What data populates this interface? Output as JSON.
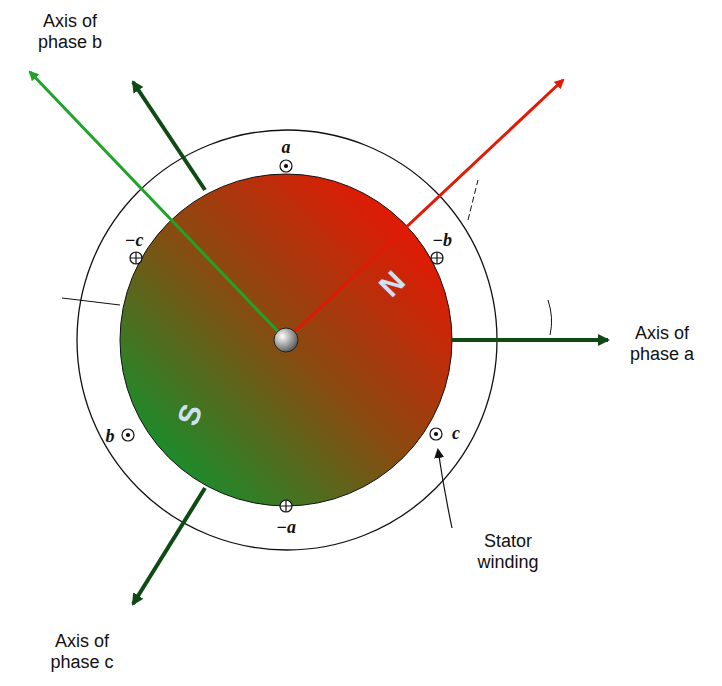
{
  "diagram": {
    "labels": [
      "Axis of phase b",
      "a",
      "−c",
      "−b",
      "N",
      "Axis of phase a",
      "S",
      "b",
      "c",
      "−a",
      "Stator winding",
      "Axis of phase c"
    ]
  }
}
